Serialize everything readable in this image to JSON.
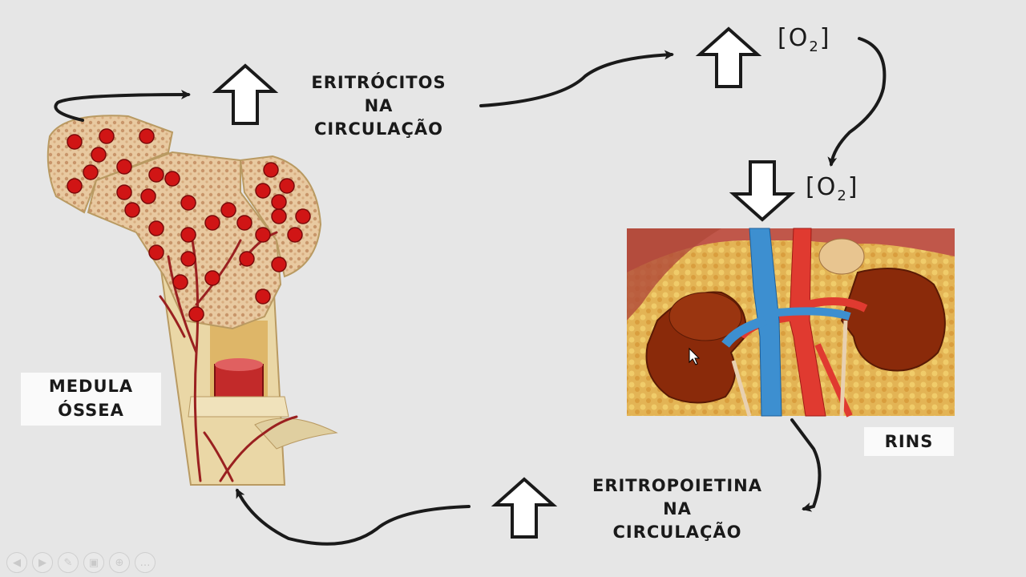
{
  "labels": {
    "erythrocytes": [
      "ERITRÓCITOS",
      "NA",
      "CIRCULAÇÃO"
    ],
    "erythropoietin": [
      "ERITROPOIETINA",
      "NA",
      "CIRCULAÇÃO"
    ],
    "bone_marrow": [
      "MEDULA",
      "ÓSSEA"
    ],
    "kidneys": "RINS"
  },
  "oxygen": {
    "symbol": "O",
    "subscript": "2"
  },
  "toolbar": [
    {
      "icon": "prev-arrow-icon",
      "glyph": "◀"
    },
    {
      "icon": "next-arrow-icon",
      "glyph": "▶"
    },
    {
      "icon": "pen-icon",
      "glyph": "✎"
    },
    {
      "icon": "slides-icon",
      "glyph": "▣"
    },
    {
      "icon": "zoom-icon",
      "glyph": "⊕"
    },
    {
      "icon": "more-icon",
      "glyph": "…"
    }
  ],
  "colors": {
    "background": "#e6e6e6",
    "rbc": "#d01515",
    "bone": "#e9d8a8",
    "artery": "#e03a30",
    "vein": "#3d8fd0",
    "kidney": "#8a2a0a"
  }
}
